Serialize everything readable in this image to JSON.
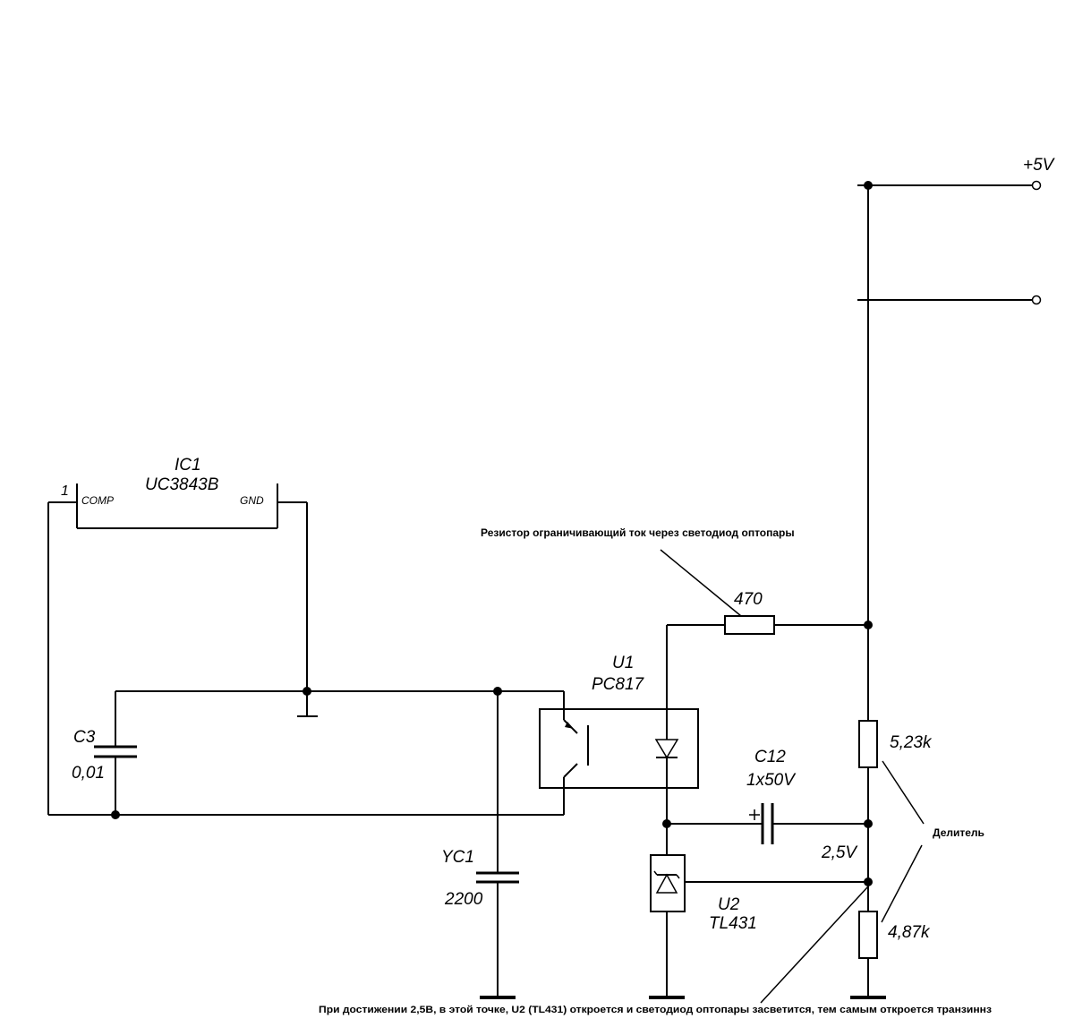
{
  "power": {
    "rail_label": "+5V"
  },
  "ic1": {
    "name": "IC1",
    "part": "UC3843B",
    "pin1": "1",
    "pin_comp": "COMP",
    "pin_gnd": "GND"
  },
  "c3": {
    "name": "C3",
    "value": "0,01"
  },
  "yc1": {
    "name": "YC1",
    "value": "2200"
  },
  "u1": {
    "name": "U1",
    "part": "PC817"
  },
  "r_limit": {
    "value": "470",
    "note": "Резистор ограничивающий ток через светодиод оптопары"
  },
  "c12": {
    "name": "C12",
    "value": "1x50V"
  },
  "u2": {
    "name": "U2",
    "part": "TL431"
  },
  "r_top": {
    "value": "5,23k"
  },
  "r_bottom": {
    "value": "4,87k"
  },
  "divider": {
    "label": "Делитель",
    "node_voltage": "2,5V"
  },
  "bottom_note": {
    "text": "При достижении 2,5В, в этой точке, U2 (TL431) откроется и светодиод оптопары засветится, тем самым откроется транзиннз"
  },
  "colors": {
    "ink": "#000000",
    "background": "#ffffff"
  }
}
